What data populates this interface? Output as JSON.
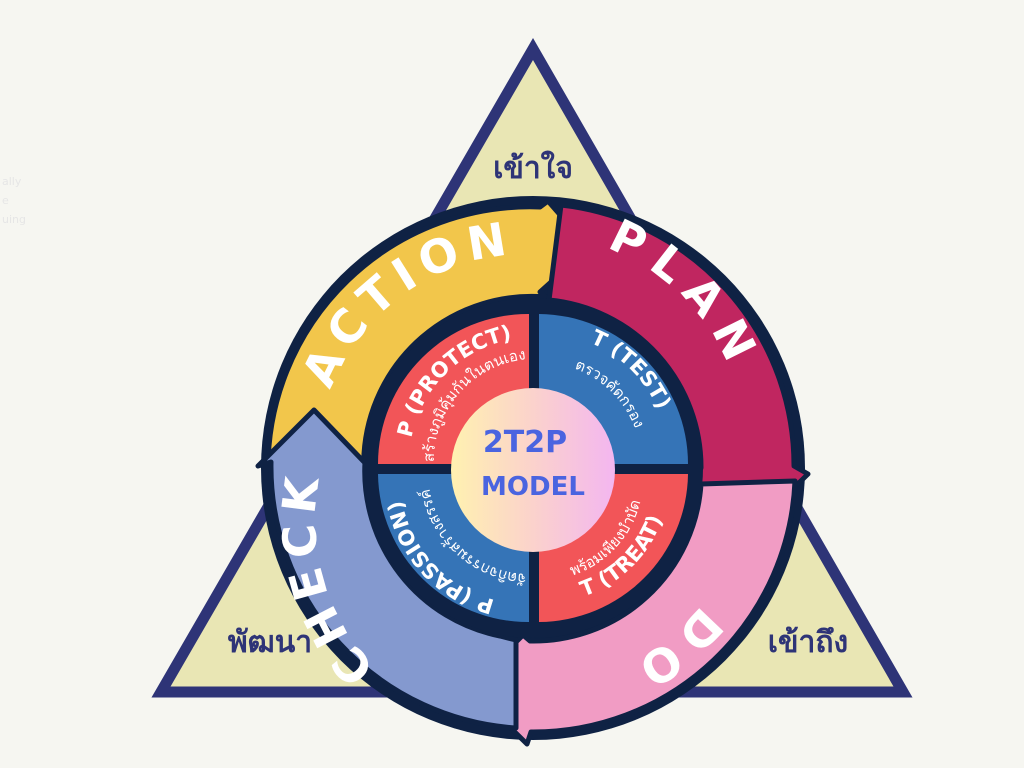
{
  "side_note": [
    "ally",
    "e",
    "uing"
  ],
  "triangle": {
    "top": "เข้าใจ",
    "left": "พัฒนา",
    "right": "เข้าถึง"
  },
  "cycle": {
    "plan": "PLAN",
    "do": "DO",
    "check": "CHECK",
    "action": "ACTION"
  },
  "quadrants": {
    "test": {
      "title": "T (TEST)",
      "subtitle": "ตรวจคัดกรอง"
    },
    "treat": {
      "title": "T (TREAT)",
      "subtitle": "พร้อมเพียงบำบัด"
    },
    "passion": {
      "title": "P (PASSION)",
      "subtitle": "จัดกิจกรรมสร้างสรรค์"
    },
    "protect": {
      "title": "P (PROTECT)",
      "subtitle": "สร้างภูมิคุ้มกันในตนเอง"
    }
  },
  "center": {
    "line1": "2T2P",
    "line2": "MODEL"
  },
  "colors": {
    "triangle_fill": "#e9e6b4",
    "triangle_stroke": "#2e3477",
    "navy": "#0f2244",
    "plan": "#c02660",
    "do": "#f19cc4",
    "check": "#8499cf",
    "action": "#f2c64b",
    "red": "#f25558",
    "blue": "#3574b7",
    "center_text": "#4a64e0"
  }
}
